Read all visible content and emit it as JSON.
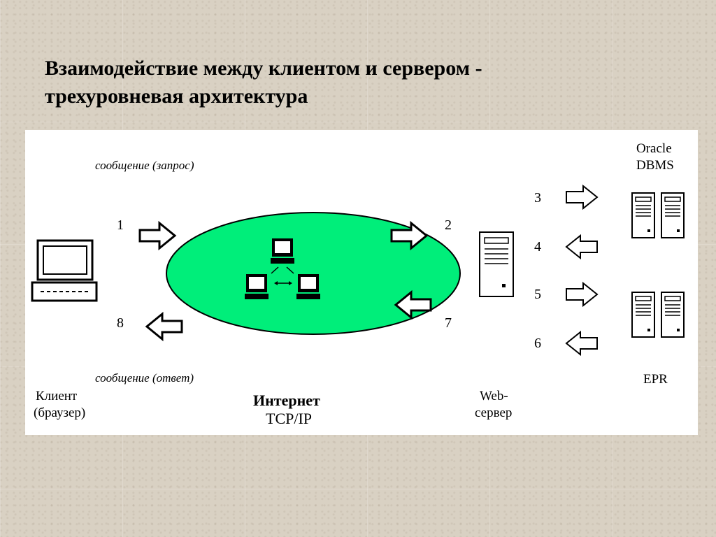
{
  "title": {
    "line1": "Взаимодействие между клиентом и сервером -",
    "line2": "трехуровневая архитектура"
  },
  "diagram": {
    "msg_request": "сообщение (запрос)",
    "msg_response": "сообщение (ответ)",
    "client_line1": "Клиент",
    "client_line2": "(браузер)",
    "internet_line1": "Интернет",
    "internet_line2": "TCP/IP",
    "web_line1": "Web-",
    "web_line2": "сервер",
    "oracle_line1": "Oracle",
    "oracle_line2": "DBMS",
    "epr": "EPR",
    "steps": [
      "1",
      "2",
      "3",
      "4",
      "5",
      "6",
      "7",
      "8"
    ],
    "colors": {
      "network_ellipse": "#00ee7a",
      "panel": "#ffffff",
      "stroke": "#000000"
    }
  }
}
